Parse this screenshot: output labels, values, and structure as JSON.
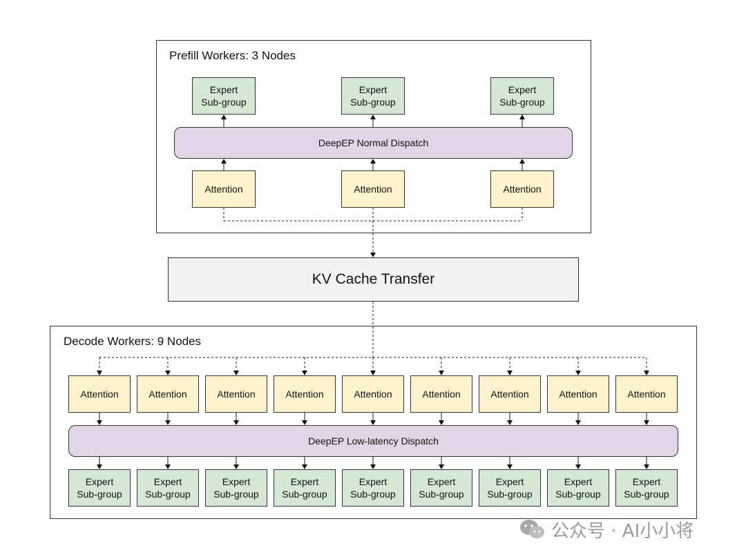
{
  "prefill": {
    "title": "Prefill Workers: 3 Nodes",
    "experts": [
      {
        "line1": "Expert",
        "line2": "Sub-group"
      },
      {
        "line1": "Expert",
        "line2": "Sub-group"
      },
      {
        "line1": "Expert",
        "line2": "Sub-group"
      }
    ],
    "dispatch": "DeepEP Normal Dispatch",
    "attention": [
      "Attention",
      "Attention",
      "Attention"
    ]
  },
  "kv_cache": "KV Cache Transfer",
  "decode": {
    "title": "Decode Workers: 9 Nodes",
    "attention": [
      "Attention",
      "Attention",
      "Attention",
      "Attention",
      "Attention",
      "Attention",
      "Attention",
      "Attention",
      "Attention"
    ],
    "dispatch": "DeepEP Low-latency Dispatch",
    "experts": [
      {
        "line1": "Expert",
        "line2": "Sub-group"
      },
      {
        "line1": "Expert",
        "line2": "Sub-group"
      },
      {
        "line1": "Expert",
        "line2": "Sub-group"
      },
      {
        "line1": "Expert",
        "line2": "Sub-group"
      },
      {
        "line1": "Expert",
        "line2": "Sub-group"
      },
      {
        "line1": "Expert",
        "line2": "Sub-group"
      },
      {
        "line1": "Expert",
        "line2": "Sub-group"
      },
      {
        "line1": "Expert",
        "line2": "Sub-group"
      },
      {
        "line1": "Expert",
        "line2": "Sub-group"
      }
    ]
  },
  "watermark": {
    "text": "公众号 · AI小小将",
    "icon": "wechat-icon"
  },
  "colors": {
    "expert": "#d5e8d4",
    "attention": "#fff2cc",
    "dispatch": "#e1d5e7",
    "kv_cache": "#f2f2f2",
    "border": "#333333"
  }
}
